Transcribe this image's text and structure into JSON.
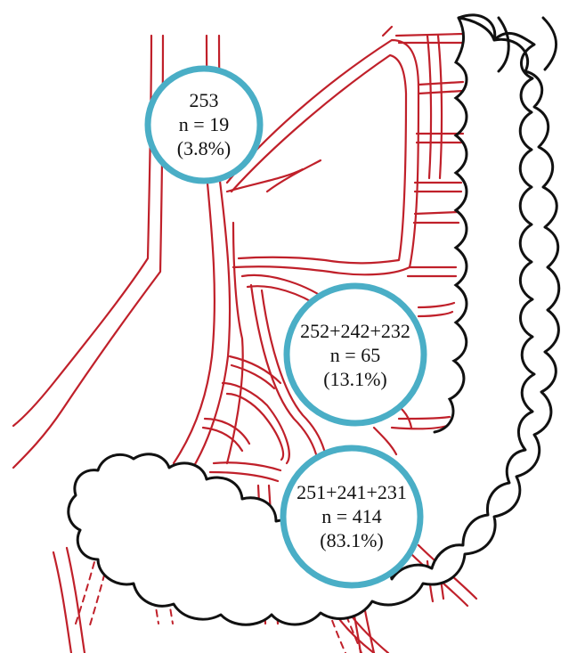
{
  "circles": [
    {
      "code": "253",
      "n": "n = 19",
      "pct": "(3.8%)"
    },
    {
      "code": "252+242+232",
      "n": "n = 65",
      "pct": "(13.1%)"
    },
    {
      "code": "251+241+231",
      "n": "n = 414",
      "pct": "(83.1%)"
    }
  ],
  "colors": {
    "vessel": "#c0202a",
    "colon": "#111111",
    "ring": "#4aaec6"
  }
}
